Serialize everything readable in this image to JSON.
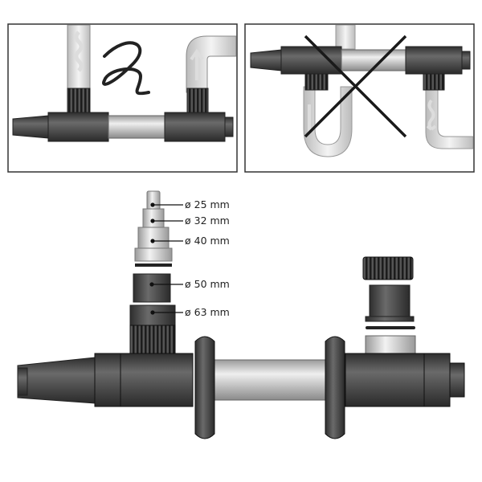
{
  "diagram": {
    "panels": [
      {
        "id": "correct-installation",
        "status": "allowed"
      },
      {
        "id": "incorrect-installation",
        "status": "crossed-out"
      }
    ],
    "connector_sizes": [
      {
        "label": "ø 25 mm"
      },
      {
        "label": "ø 32 mm"
      },
      {
        "label": "ø 40 mm"
      },
      {
        "label": "ø 50 mm"
      },
      {
        "label": "ø 63 mm"
      }
    ],
    "colors": {
      "housing": "#4a4a4a",
      "glass": "#c8c8c8",
      "frame": "#333333",
      "flow_arrow": "#e8e8e8"
    }
  }
}
